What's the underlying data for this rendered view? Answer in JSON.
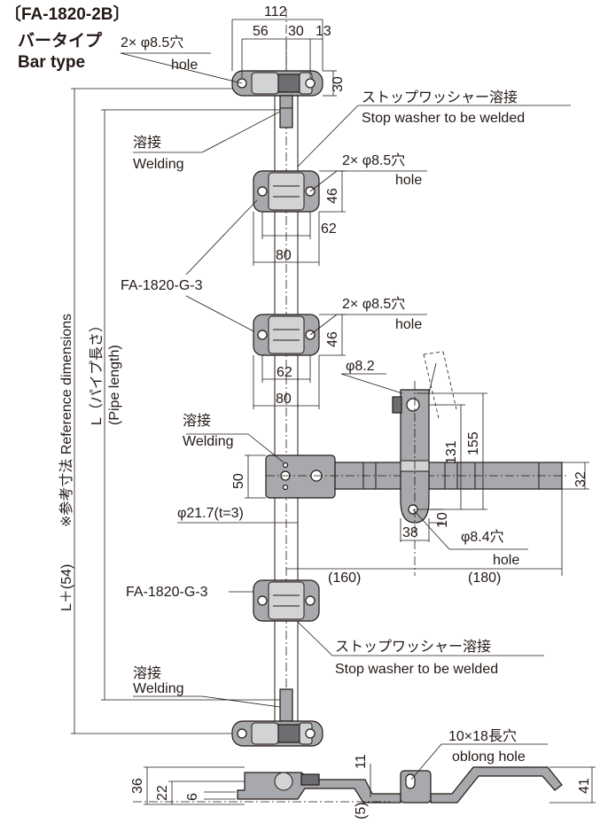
{
  "model": "〔FA-1820-2B〕",
  "type_ja": "バータイプ",
  "type_en": "Bar type",
  "ref_dim_label": "※参考寸法 Reference dimensions",
  "pipe_length_ja": "L（パイプ長さ）",
  "pipe_length_en": "(Pipe length)",
  "total_length": "L＋(54)",
  "callouts": {
    "hole_ja": "2× φ8.5穴",
    "hole_en": "hole",
    "welding_ja": "溶接",
    "welding_en": "Welding",
    "stop_washer_ja": "ストップワッシャー溶接",
    "stop_washer_en": "Stop washer to be welded",
    "guide_part": "FA-1820-G-3",
    "pin_dia": "φ8.2",
    "pipe_dia": "φ21.7(t=3)",
    "pivot_hole_ja": "φ8.4穴",
    "pivot_hole_en": "hole",
    "slot_ja": "10×18長穴",
    "slot_en": "oblong hole"
  },
  "dimensions": {
    "top_width": "112",
    "top_a": "56",
    "top_b": "30",
    "top_c": "13",
    "top_h": "30",
    "guide_h": "46",
    "guide_inner": "62",
    "guide_outer": "80",
    "bar_h": "50",
    "bar_w": "32",
    "handle_131": "131",
    "handle_155": "155",
    "handle_38": "38",
    "handle_10": "10",
    "dist_160": "(160)",
    "dist_180": "(180)",
    "side_36": "36",
    "side_22": "22",
    "side_6": "6",
    "side_11": "11",
    "side_5": "(5)",
    "side_41": "41"
  },
  "colors": {
    "line": "#231815",
    "part": "#a7a9ac",
    "part_dark": "#6d6e71",
    "part_light": "#d1d3d4"
  }
}
